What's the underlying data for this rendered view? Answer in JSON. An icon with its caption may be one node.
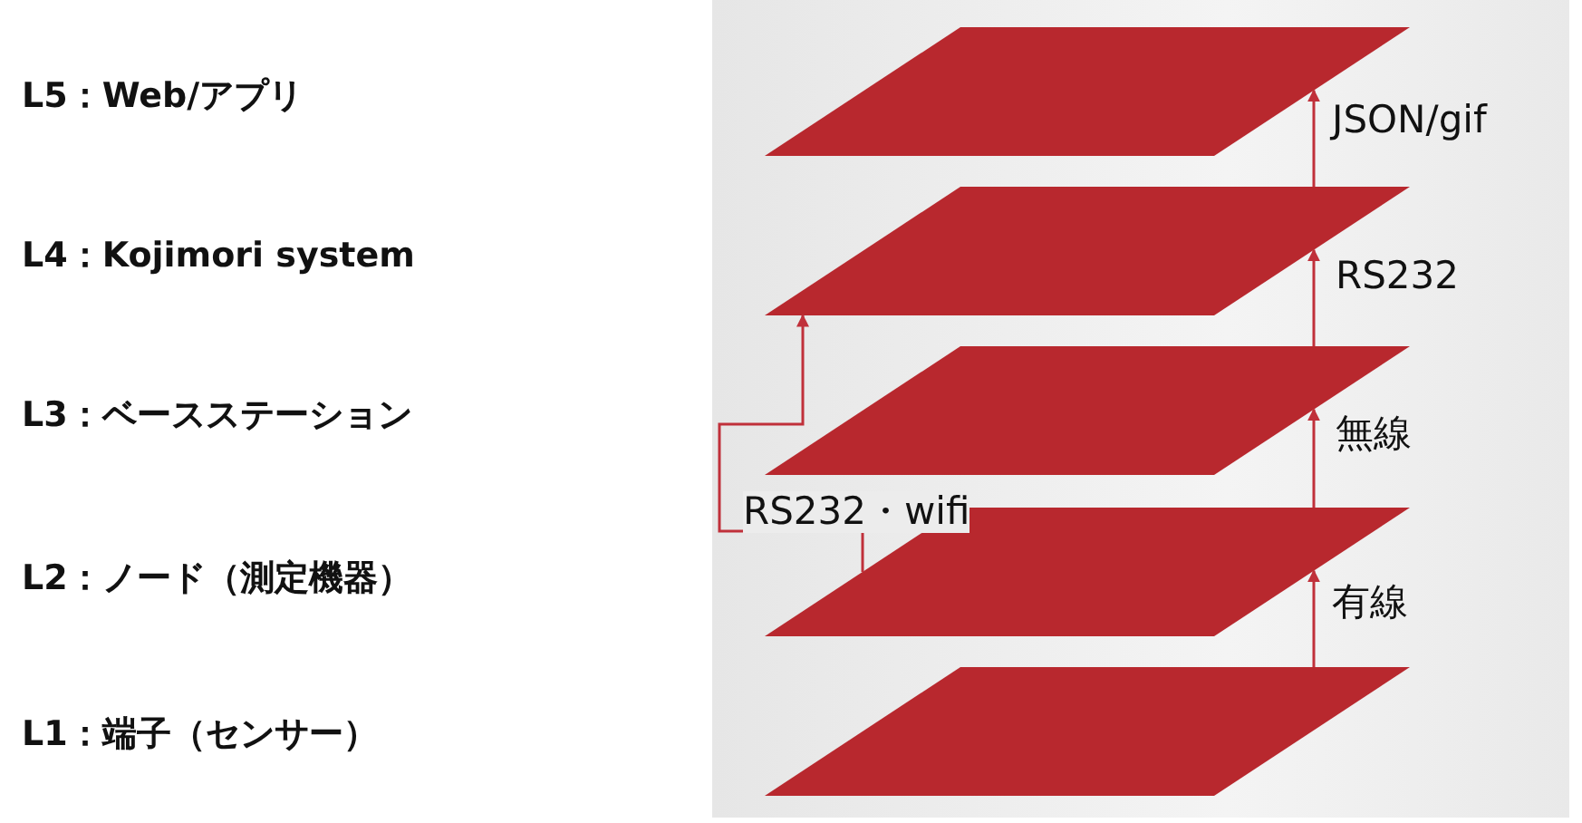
{
  "diagram": {
    "nodes": [
      {
        "text": [],
        "shape": "parallelogram"
      },
      {
        "text": [],
        "shape": "parallelogram"
      },
      {
        "text": [],
        "shape": "parallelogram"
      },
      {
        "text": [],
        "shape": "parallelogram"
      },
      {
        "text": [],
        "shape": "parallelogram"
      }
    ],
    "edges": [
      {
        "from": 1,
        "to": 0,
        "arrow": "to",
        "label": "JSON/gif"
      },
      {
        "from": 2,
        "to": 1,
        "arrow": "to",
        "label": "RS232"
      },
      {
        "from": 3,
        "to": 2,
        "arrow": "to",
        "label": "無線"
      },
      {
        "from": 3,
        "to": 1,
        "arrow": "to",
        "label": "RS232・wifi"
      },
      {
        "from": 4,
        "to": 3,
        "arrow": "to",
        "label": "有線"
      }
    ],
    "labels": [
      "L5：Web/アプリ",
      "L4：Kojimori system",
      "L3：ベースステーション",
      "L2：ノード（測定機器）",
      "L1：端子（センサー）"
    ]
  }
}
